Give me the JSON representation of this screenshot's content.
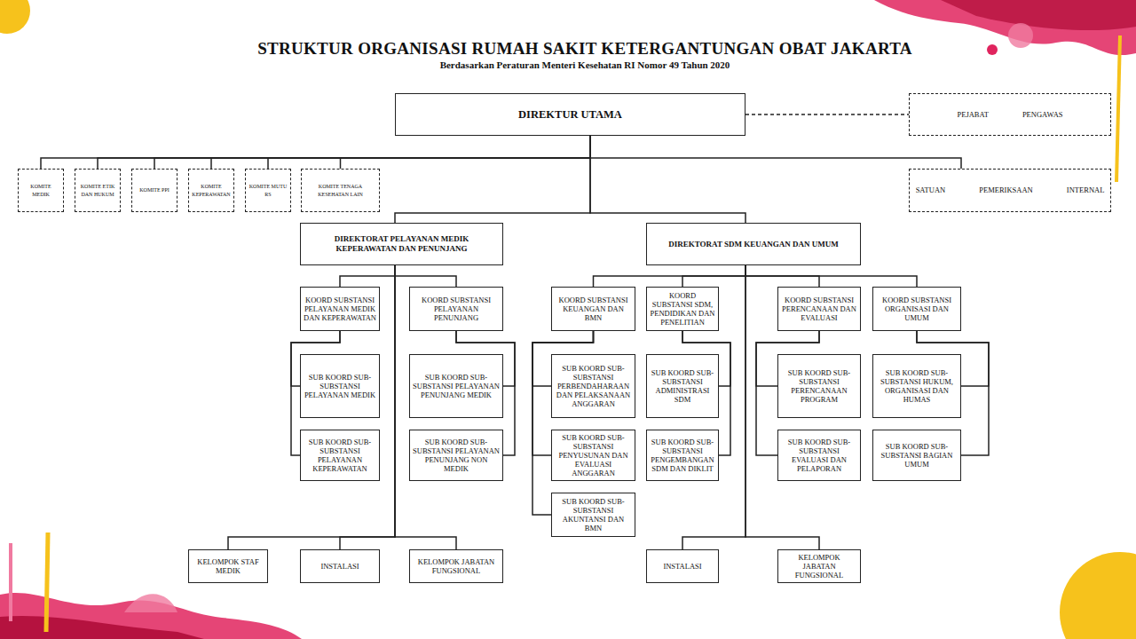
{
  "diagram": {
    "title": "STRUKTUR ORGANISASI RUMAH SAKIT KETERGANTUNGAN OBAT JAKARTA",
    "caption": "Berdasarkan Peraturan Menteri Kesehatan RI Nomor 49 Tahun 2020",
    "nodes": [
      {
        "text": [
          "DIREKTUR UTAMA"
        ]
      },
      {
        "text": [
          "PEJABAT PENGAWAS"
        ]
      },
      {
        "text": [
          "KOMITE MEDIK"
        ]
      },
      {
        "text": [
          "KOMITE ETIK DAN HUKUM"
        ]
      },
      {
        "text": [
          "KOMITE PPI"
        ]
      },
      {
        "text": [
          "KOMITE KEPERAWATAN"
        ]
      },
      {
        "text": [
          "KOMITE MUTU RS"
        ]
      },
      {
        "text": [
          "KOMITE TENAGA KESEHATAN LAIN"
        ]
      },
      {
        "text": [
          "SATUAN PEMERIKSAAN INTERNAL"
        ]
      },
      {
        "text": [
          "DIREKTORAT PELAYANAN MEDIK KEPERAWATAN DAN PENUNJANG"
        ]
      },
      {
        "text": [
          "DIREKTORAT SDM KEUANGAN DAN UMUM"
        ]
      },
      {
        "text": [
          "KOORD SUBSTANSI PELAYANAN MEDIK DAN KEPERAWATAN"
        ]
      },
      {
        "text": [
          "KOORD SUBSTANSI PELAYANAN PENUNJANG"
        ]
      },
      {
        "text": [
          "SUB KOORD SUB-SUBSTANSI PELAYANAN MEDIK"
        ]
      },
      {
        "text": [
          "SUB KOORD SUB-SUBSTANSI PELAYANAN KEPERAWATAN"
        ]
      },
      {
        "text": [
          "SUB KOORD SUB-SUBSTANSI PELAYANAN PENUNJANG MEDIK"
        ]
      },
      {
        "text": [
          "SUB KOORD SUB-SUBSTANSI PELAYANAN PENUNJANG NON MEDIK"
        ]
      },
      {
        "text": [
          "KOORD SUBSTANSI KEUANGAN DAN BMN"
        ]
      },
      {
        "text": [
          "KOORD SUBSTANSI SDM, PENDIDIKAN DAN PENELITIAN"
        ]
      },
      {
        "text": [
          "KOORD SUBSTANSI PERENCANAAN DAN EVALUASI"
        ]
      },
      {
        "text": [
          "KOORD SUBSTANSI ORGANISASI DAN UMUM"
        ]
      },
      {
        "text": [
          "SUB KOORD SUB-SUBSTANSI PERBENDAHARAAN DAN PELAKSANAAN ANGGARAN"
        ]
      },
      {
        "text": [
          "SUB KOORD SUB-SUBSTANSI PENYUSUNAN DAN EVALUASI ANGGARAN"
        ]
      },
      {
        "text": [
          "SUB KOORD SUB-SUBSTANSI AKUNTANSI DAN BMN"
        ]
      },
      {
        "text": [
          "SUB KOORD SUB-SUBSTANSI ADMINISTRASI SDM"
        ]
      },
      {
        "text": [
          "SUB KOORD SUB-SUBSTANSI PENGEMBANGAN SDM DAN DIKLIT"
        ]
      },
      {
        "text": [
          "SUB KOORD SUB-SUBSTANSI PERENCANAAN PROGRAM"
        ]
      },
      {
        "text": [
          "SUB KOORD SUB-SUBSTANSI EVALUASI DAN PELAPORAN"
        ]
      },
      {
        "text": [
          "SUB KOORD SUB-SUBSTANSI HUKUM, ORGANISASI DAN HUMAS"
        ]
      },
      {
        "text": [
          "SUB KOORD SUB-SUBSTANSI BAGIAN UMUM"
        ]
      },
      {
        "text": [
          "KELOMPOK STAF MEDIK"
        ]
      },
      {
        "text": [
          "INSTALASI"
        ]
      },
      {
        "text": [
          "KELOMPOK JABATAN FUNGSIONAL"
        ]
      },
      {
        "text": [
          "INSTALASI"
        ]
      },
      {
        "text": [
          "KELOMPOK JABATAN FUNGSIONAL"
        ]
      }
    ],
    "edges": [
      {
        "from": 0,
        "to": 1,
        "arrow": "none"
      },
      {
        "from": 0,
        "to": 2,
        "arrow": "none"
      },
      {
        "from": 0,
        "to": 3,
        "arrow": "none"
      },
      {
        "from": 0,
        "to": 4,
        "arrow": "none"
      },
      {
        "from": 0,
        "to": 5,
        "arrow": "none"
      },
      {
        "from": 0,
        "to": 6,
        "arrow": "none"
      },
      {
        "from": 0,
        "to": 7,
        "arrow": "none"
      },
      {
        "from": 0,
        "to": 8,
        "arrow": "none"
      },
      {
        "from": 0,
        "to": 9,
        "arrow": "none"
      },
      {
        "from": 0,
        "to": 10,
        "arrow": "none"
      },
      {
        "from": 9,
        "to": 11,
        "arrow": "none"
      },
      {
        "from": 9,
        "to": 12,
        "arrow": "none"
      },
      {
        "from": 11,
        "to": 13,
        "arrow": "none"
      },
      {
        "from": 11,
        "to": 14,
        "arrow": "none"
      },
      {
        "from": 12,
        "to": 15,
        "arrow": "none"
      },
      {
        "from": 12,
        "to": 16,
        "arrow": "none"
      },
      {
        "from": 9,
        "to": 30,
        "arrow": "none"
      },
      {
        "from": 9,
        "to": 31,
        "arrow": "none"
      },
      {
        "from": 9,
        "to": 32,
        "arrow": "none"
      },
      {
        "from": 10,
        "to": 17,
        "arrow": "none"
      },
      {
        "from": 10,
        "to": 18,
        "arrow": "none"
      },
      {
        "from": 10,
        "to": 19,
        "arrow": "none"
      },
      {
        "from": 10,
        "to": 20,
        "arrow": "none"
      },
      {
        "from": 17,
        "to": 21,
        "arrow": "none"
      },
      {
        "from": 17,
        "to": 22,
        "arrow": "none"
      },
      {
        "from": 17,
        "to": 23,
        "arrow": "none"
      },
      {
        "from": 18,
        "to": 24,
        "arrow": "none"
      },
      {
        "from": 18,
        "to": 25,
        "arrow": "none"
      },
      {
        "from": 19,
        "to": 26,
        "arrow": "none"
      },
      {
        "from": 19,
        "to": 27,
        "arrow": "none"
      },
      {
        "from": 20,
        "to": 28,
        "arrow": "none"
      },
      {
        "from": 20,
        "to": 29,
        "arrow": "none"
      },
      {
        "from": 10,
        "to": 33,
        "arrow": "none"
      },
      {
        "from": 10,
        "to": 34,
        "arrow": "none"
      }
    ]
  }
}
